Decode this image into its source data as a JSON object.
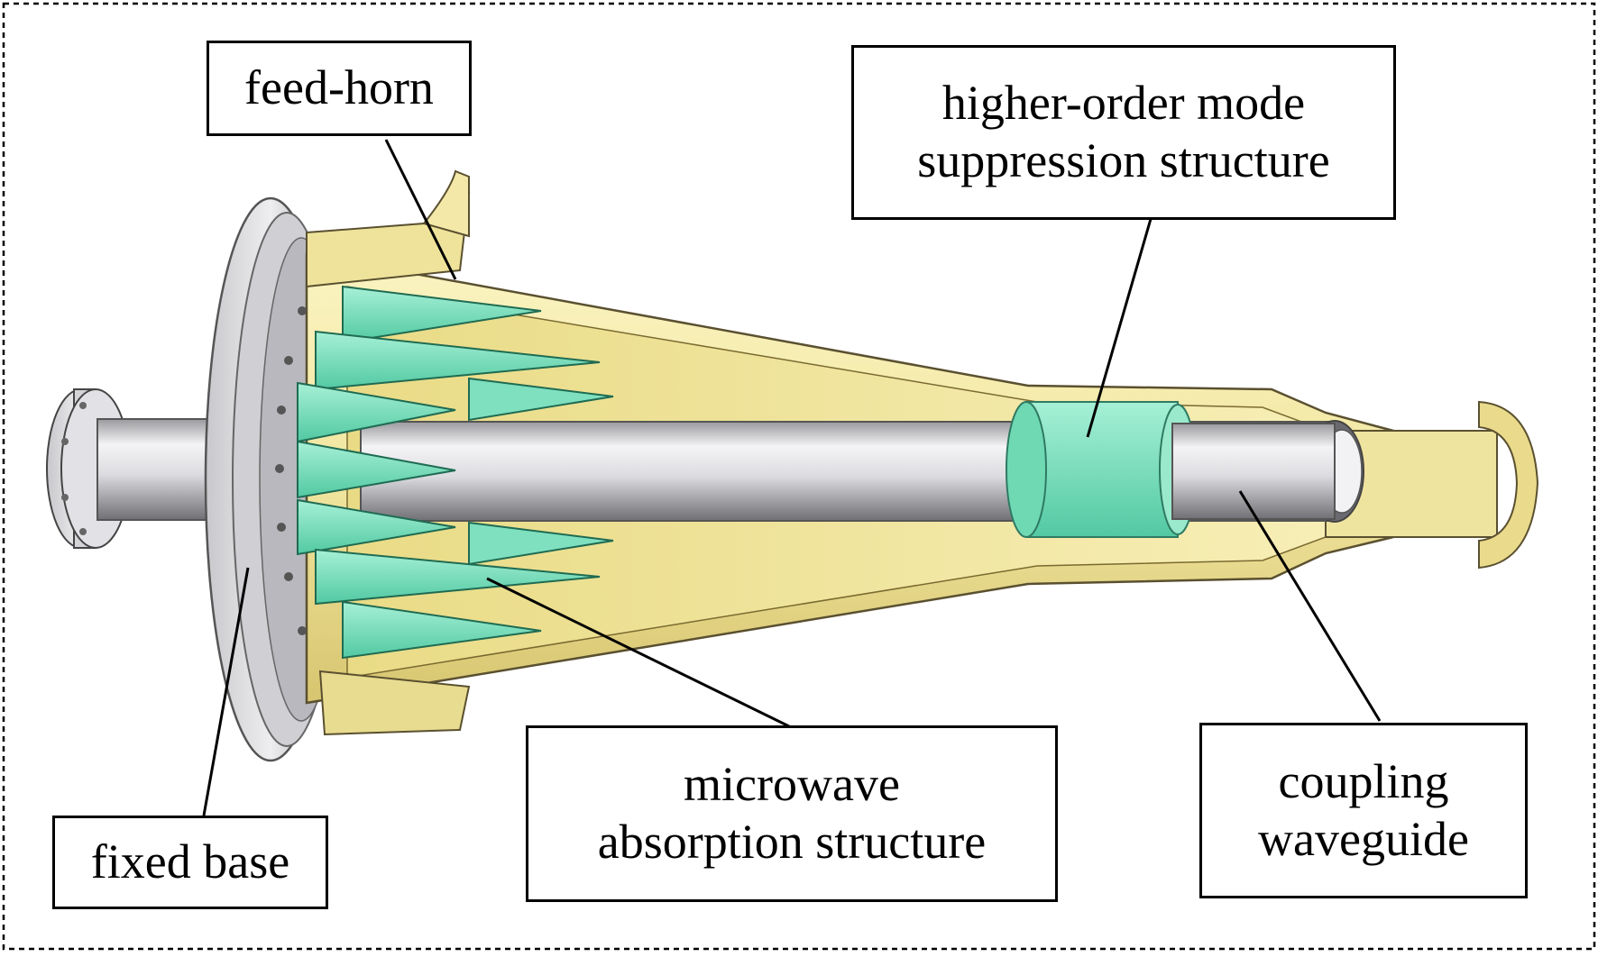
{
  "labels": {
    "feed_horn": "feed-horn",
    "hom_line1": "higher-order mode",
    "hom_line2": "suppression structure",
    "microwave_line1": "microwave",
    "microwave_line2": "absorption structure",
    "coupling_line1": "coupling",
    "coupling_line2": "waveguide",
    "fixed_base": "fixed base"
  },
  "colors": {
    "horn_yellow": "#f3eaa6",
    "absorber_green": "#7fe0c0",
    "metal_gray": "#d8d8dc",
    "outline": "#222222"
  }
}
